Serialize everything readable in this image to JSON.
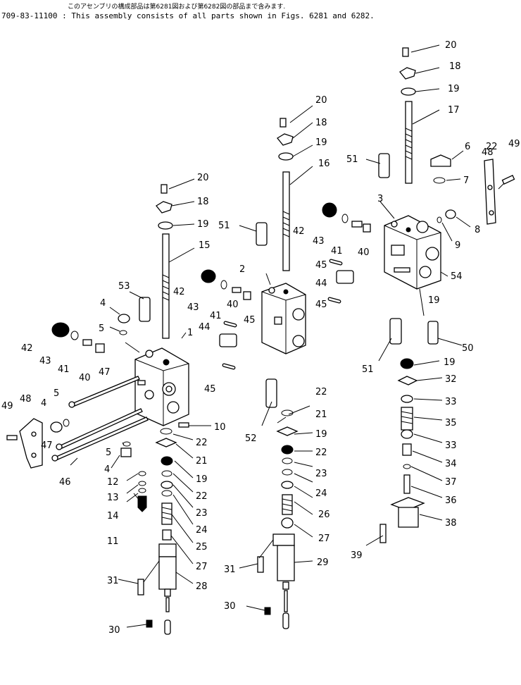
{
  "header": {
    "japanese_note": "このアセンブリの構成部品は第6281図および第6282図の部品まで含みます.",
    "english_note": "709-83-11100 : This assembly consists of all parts shown in Figs. 6281 and 6282."
  },
  "callouts": {
    "c1": "1",
    "c2": "2",
    "c3": "3",
    "c4a": "4",
    "c4b": "4",
    "c4c": "4",
    "c5a": "5",
    "c5b": "5",
    "c5c": "5",
    "c6": "6",
    "c7": "7",
    "c8": "8",
    "c9": "9",
    "c10": "10",
    "c11": "11",
    "c12": "12",
    "c13": "13",
    "c14": "14",
    "c15": "15",
    "c16": "16",
    "c17": "17",
    "c18a": "18",
    "c18b": "18",
    "c18c": "18",
    "c19a": "19",
    "c19b": "19",
    "c19c": "19",
    "c19d": "19",
    "c19e": "19",
    "c19f": "19",
    "c19g": "19",
    "c20a": "20",
    "c20b": "20",
    "c20c": "20",
    "c21a": "21",
    "c21b": "21",
    "c22a": "22",
    "c22b": "22",
    "c22c": "22",
    "c22d": "22",
    "c22e": "22",
    "c23a": "23",
    "c23b": "23",
    "c24a": "24",
    "c24b": "24",
    "c25": "25",
    "c26": "26",
    "c27a": "27",
    "c27b": "27",
    "c28": "28",
    "c29": "29",
    "c30a": "30",
    "c30b": "30",
    "c31a": "31",
    "c31b": "31",
    "c32": "32",
    "c33a": "33",
    "c33b": "33",
    "c34": "34",
    "c35": "35",
    "c36": "36",
    "c37": "37",
    "c38": "38",
    "c39": "39",
    "c40a": "40",
    "c40b": "40",
    "c41a": "41",
    "c41b": "41",
    "c42a": "42",
    "c42b": "42",
    "c42c": "42",
    "c43a": "43",
    "c43b": "43",
    "c43c": "43",
    "c44a": "44",
    "c44b": "44",
    "c45a": "45",
    "c45b": "45",
    "c45c": "45",
    "c45d": "45",
    "c46": "46",
    "c47a": "47",
    "c47b": "47",
    "c48a": "48",
    "c48b": "48",
    "c49a": "49",
    "c49b": "49",
    "c50": "50",
    "c51a": "51",
    "c51b": "51",
    "c51c": "51",
    "c52": "52",
    "c53": "53",
    "c54": "54"
  }
}
